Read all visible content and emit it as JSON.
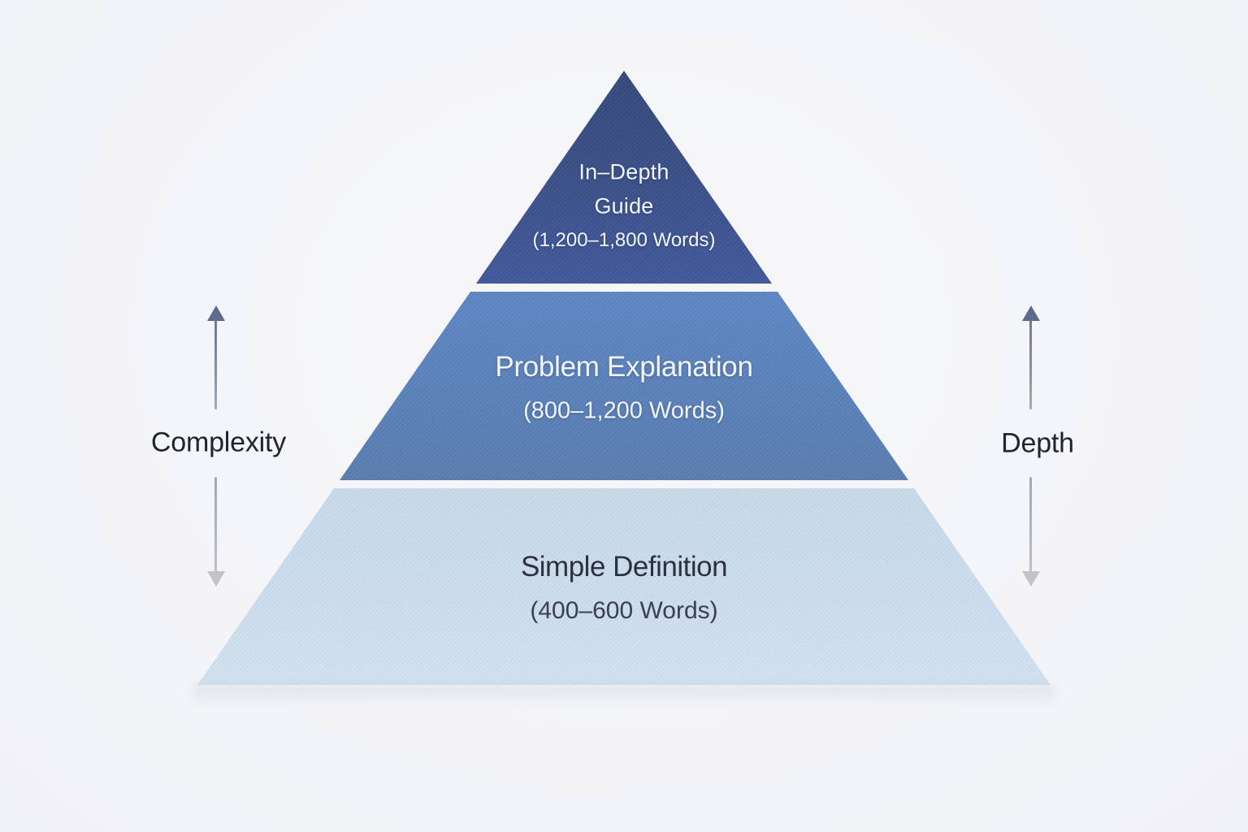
{
  "pyramid": {
    "tiers": [
      {
        "name": "in-depth-guide",
        "line1": "In–Depth",
        "line2": "Guide",
        "subtitle": "(1,200–1,800 Words)",
        "fill_top": "#35477a",
        "fill_bottom": "#41589a",
        "text_color": "#f2f6fb"
      },
      {
        "name": "problem-explanation",
        "title": "Problem Explanation",
        "subtitle": "(800–1,200 Words)",
        "fill_top": "#5d86c3",
        "fill_bottom": "#597cae",
        "text_color": "#f2f6fb"
      },
      {
        "name": "simple-definition",
        "title": "Simple Definition",
        "subtitle": "(400–600 Words)",
        "fill_top": "#c7daeb",
        "fill_bottom": "#d3e2ef",
        "text_color": "#2c323c"
      }
    ]
  },
  "axes": {
    "left": {
      "label": "Complexity"
    },
    "right": {
      "label": "Depth"
    }
  },
  "colors": {
    "background": "#f5f5f7",
    "tier_gap": "#fdfdfe",
    "up_arrow": "#5e6a8b",
    "down_arrow": "#c2c4c8",
    "dark_text": "#20242c"
  }
}
